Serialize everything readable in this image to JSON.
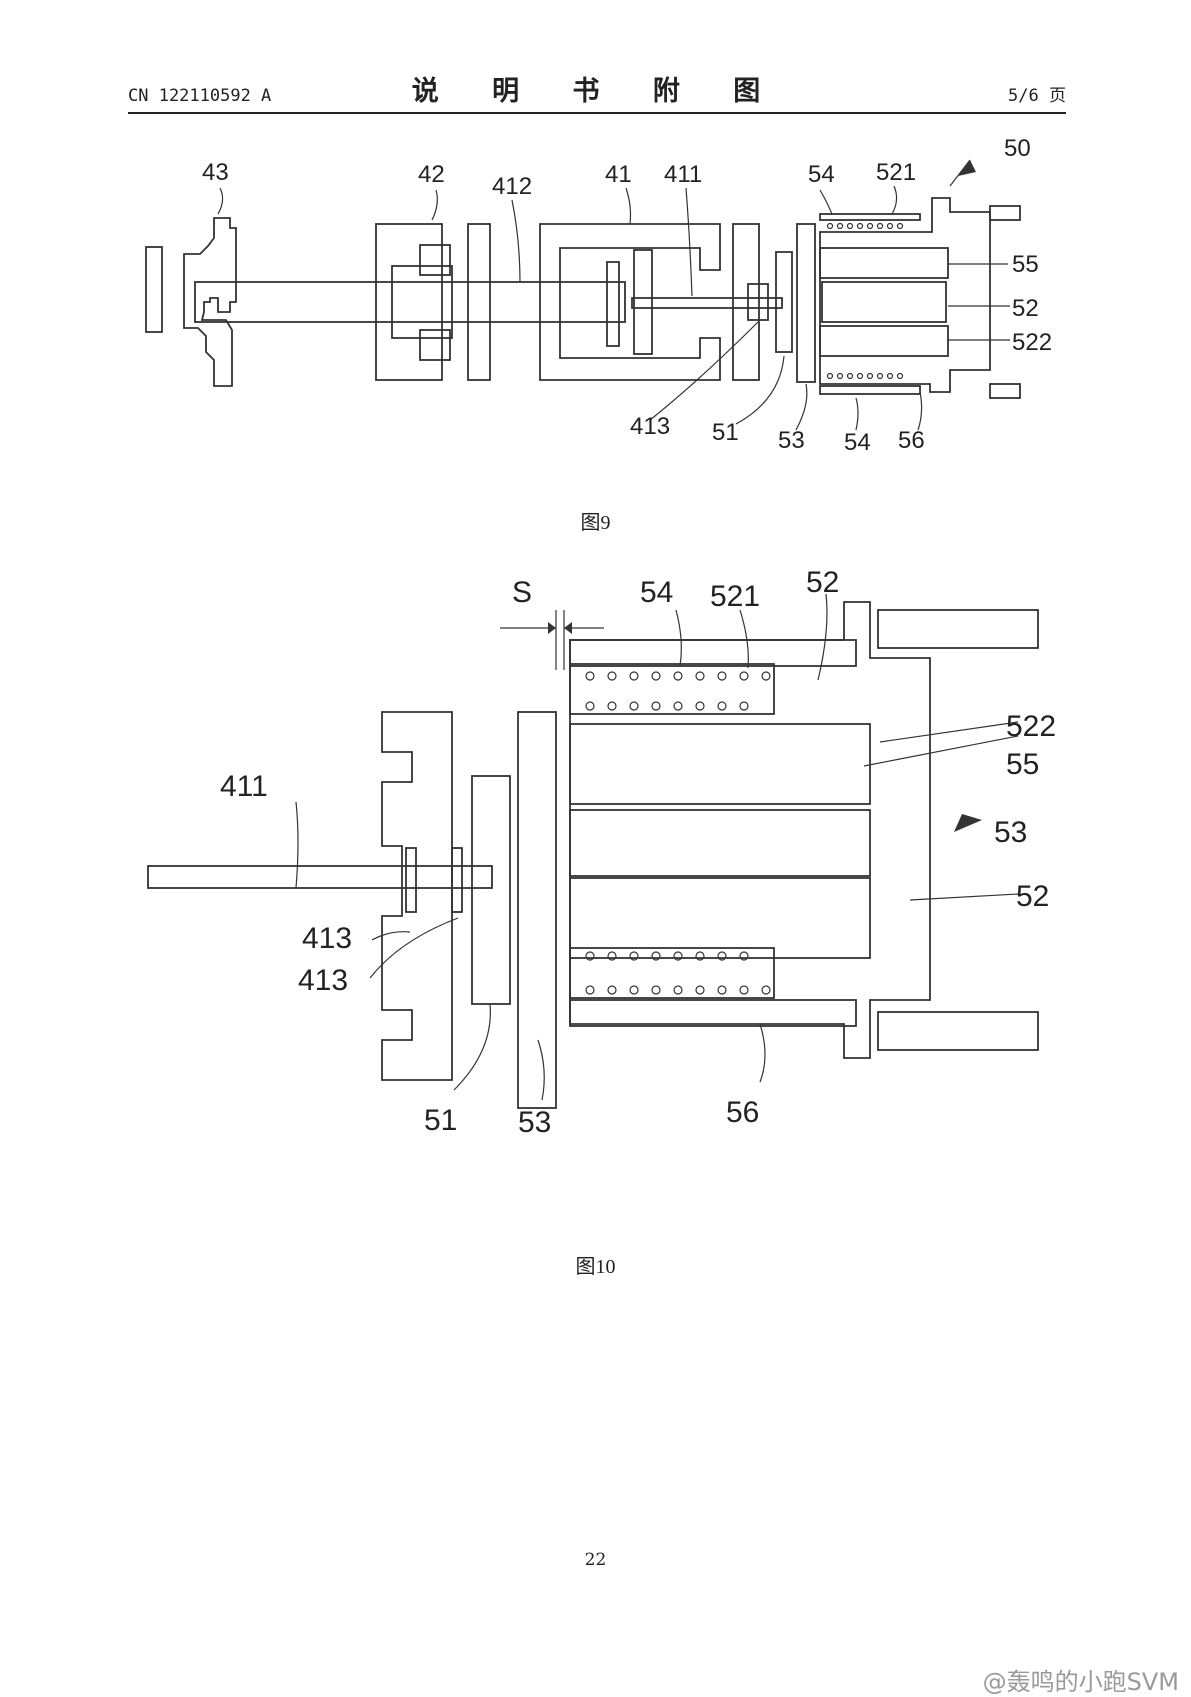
{
  "header": {
    "patent_number": "CN 122110592 A",
    "title": "说 明 书 附 图",
    "page_info": "5/6 页"
  },
  "figure9": {
    "caption": "图9",
    "labels": {
      "l43": "43",
      "l42": "42",
      "l412": "412",
      "l41": "41",
      "l411": "411",
      "l54a": "54",
      "l521": "521",
      "l50": "50",
      "l55": "55",
      "l52": "52",
      "l522": "522",
      "l413": "413",
      "l51": "51",
      "l53": "53",
      "l54b": "54",
      "l56": "56"
    }
  },
  "figure10": {
    "caption": "图10",
    "labels": {
      "S": "S",
      "l54": "54",
      "l521": "521",
      "l52a": "52",
      "l522": "522",
      "l55": "55",
      "l411": "411",
      "l53a": "53",
      "l52b": "52",
      "l413a": "413",
      "l413b": "413",
      "l51": "51",
      "l53b": "53",
      "l56": "56"
    }
  },
  "footer": {
    "page_number": "22"
  },
  "watermark": "@轰鸣的小跑SVM"
}
